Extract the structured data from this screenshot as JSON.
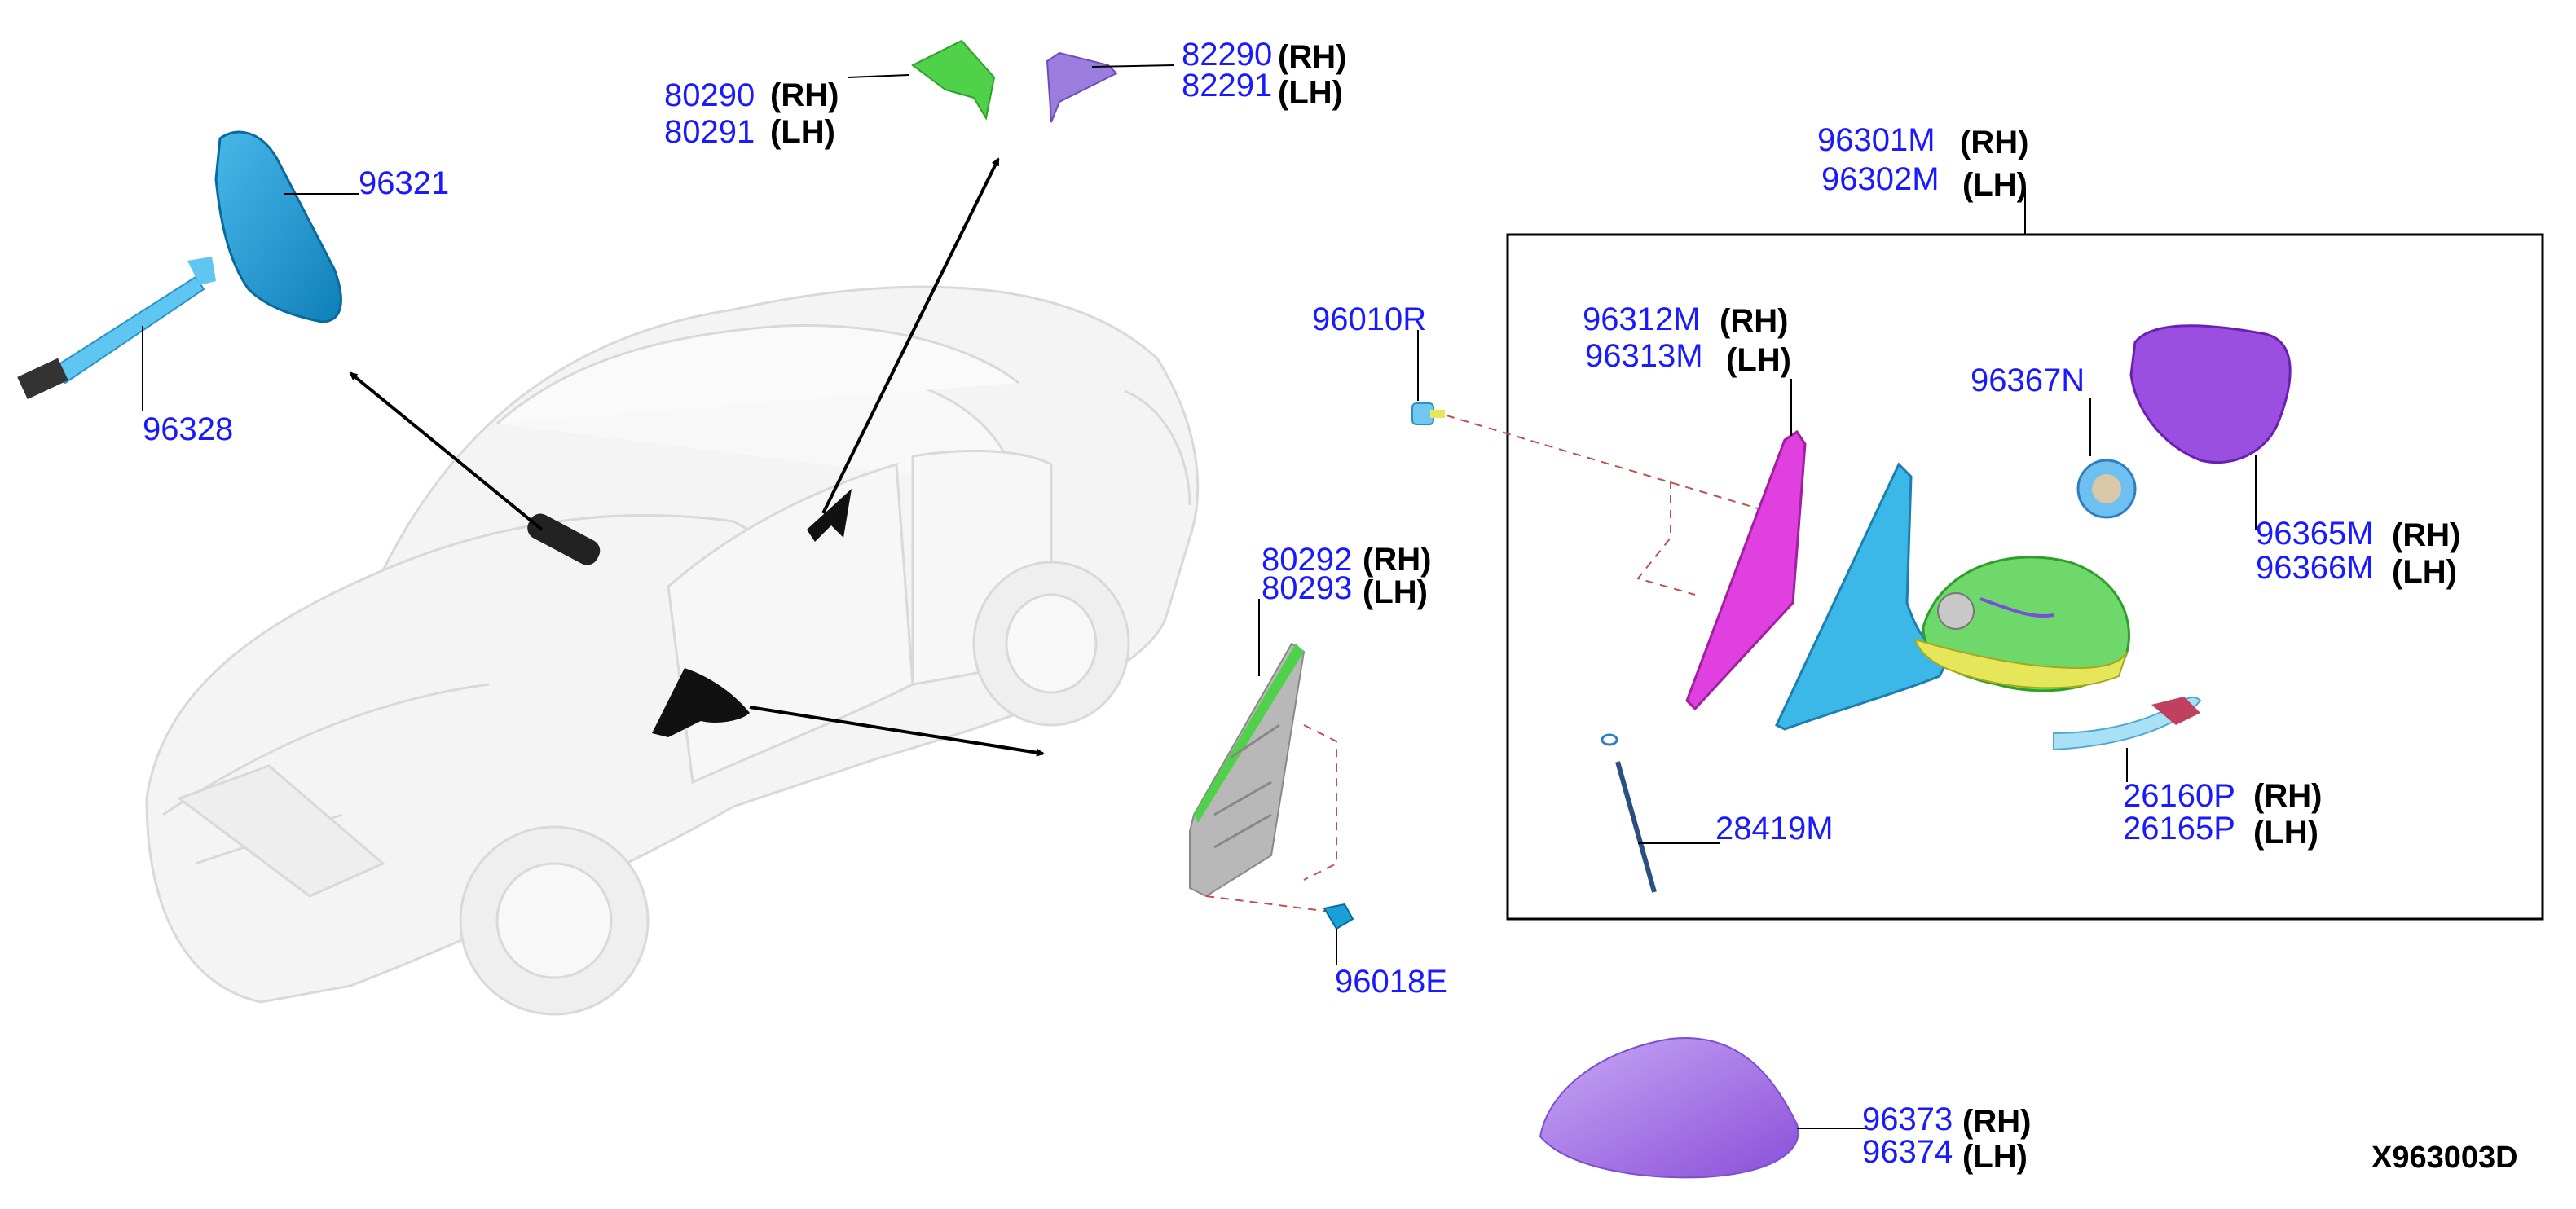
{
  "diagram_code": "X963003D",
  "parts": {
    "p96321": "96321",
    "p96328": "96328",
    "p80290": "80290",
    "p80291": "80291",
    "p82290": "82290",
    "p82291": "82291",
    "p96010R": "96010R",
    "p80292": "80292",
    "p80293": "80293",
    "p96018E": "96018E",
    "p96301M": "96301M",
    "p96302M": "96302M",
    "p96312M": "96312M",
    "p96313M": "96313M",
    "p96367N": "96367N",
    "p96365M": "96365M",
    "p96366M": "96366M",
    "p28419M": "28419M",
    "p26160P": "26160P",
    "p26165P": "26165P",
    "p96373": "96373",
    "p96374": "96374"
  },
  "sides": {
    "rh": "(RH)",
    "lh": "(LH)"
  },
  "colors": {
    "part_number": "#1a1aff",
    "mirror_glass_blue": "#1a9fd6",
    "bracket_green": "#4fd14a",
    "cover_purple": "#9b7de0",
    "actuator_magenta": "#e040e0",
    "housing_cyan": "#3cb8e8",
    "frame_yellow": "#e6e65a",
    "cap_violet": "#a060e0"
  }
}
